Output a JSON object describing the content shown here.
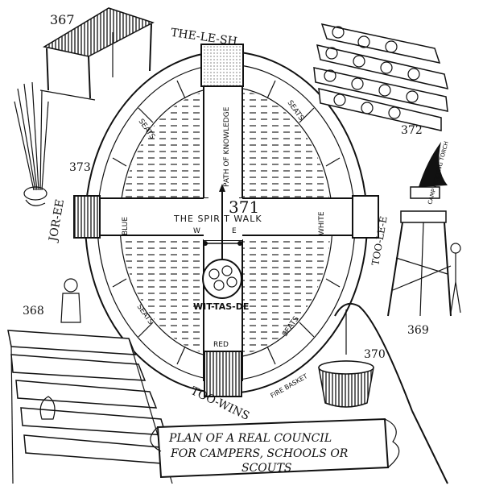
{
  "figure_numbers": {
    "shelter": "367",
    "torch_bundle": "373",
    "woodpile": "372",
    "center": "371",
    "bleachers": "368",
    "torch_stand": "369",
    "fire_basket": "370"
  },
  "directions": {
    "north_name": "THE-LE-SH",
    "east_name": "TOO-LE-E",
    "west_name": "JOR-EE",
    "south_name": "TOO-WINS",
    "compass_w": "W",
    "compass_e": "E"
  },
  "colors_labels": {
    "west": "BLUE",
    "east": "WHITE",
    "south": "RED"
  },
  "paths": {
    "north": "PATH OF KNOWLEDGE",
    "cross": "THE SPIRIT WALK"
  },
  "seats_label": "SEATS",
  "fire_name": "WIT-TAS-DE",
  "annotations": {
    "torch": "CAMP MEETING TORCH",
    "basket": "FIRE BASKET"
  },
  "banner": {
    "line1": "PLAN OF A REAL COUNCIL",
    "line2": "FOR CAMPERS, SCHOOLS OR",
    "line3": "SCOUTS"
  },
  "colors": {
    "ink": "#111111",
    "paper": "#ffffff",
    "hatch": "#333333"
  }
}
